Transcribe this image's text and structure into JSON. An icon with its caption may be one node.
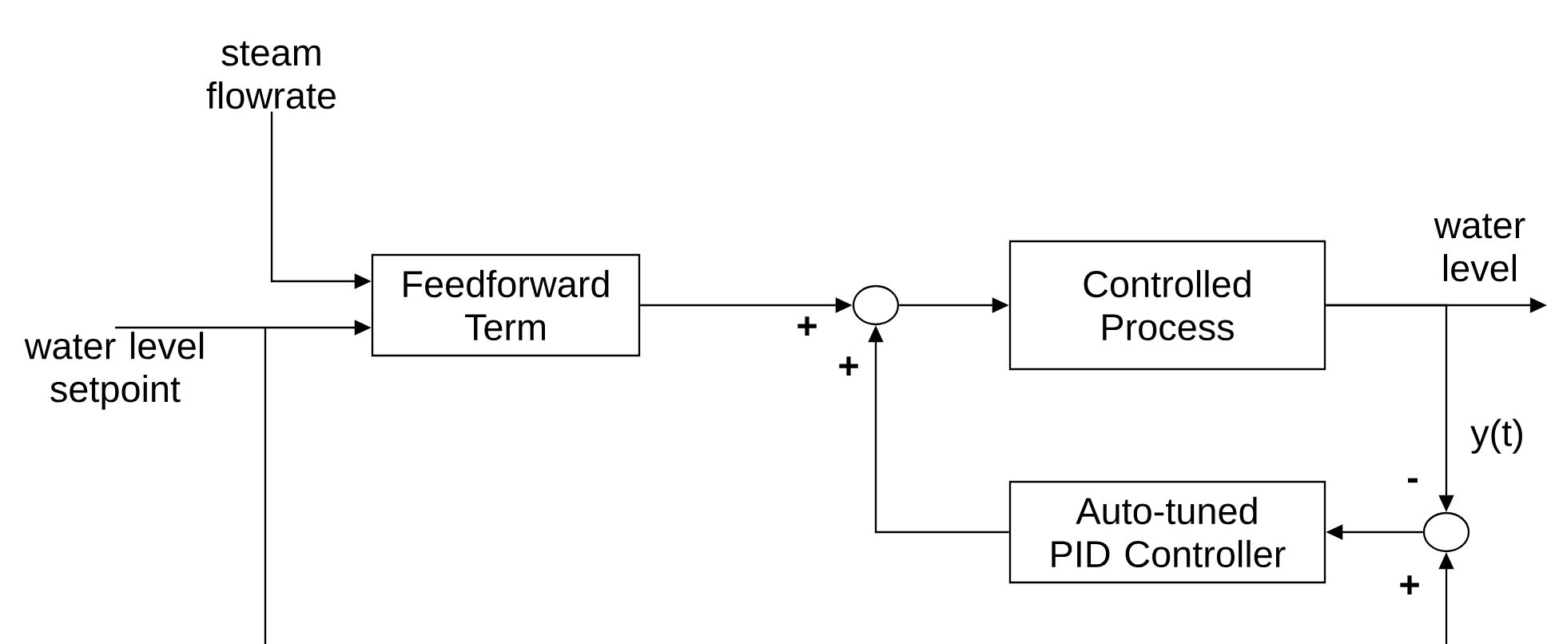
{
  "diagram": {
    "nodes": [
      {
        "text": [
          "steam flowrate"
        ]
      },
      {
        "text": [
          "water level setpoint"
        ]
      },
      {
        "text": [
          "Feedforward Term"
        ]
      },
      {
        "text": [],
        "shape": "circle"
      },
      {
        "text": [
          "Controlled Process"
        ]
      },
      {
        "text": [
          "Auto-tuned PID Controller"
        ]
      },
      {
        "text": [],
        "shape": "circle"
      }
    ],
    "edges": [
      {
        "from": 0,
        "to": 2,
        "arrow": "to"
      },
      {
        "from": 1,
        "to": 2,
        "arrow": "to"
      },
      {
        "from": 1,
        "to": null,
        "arrow": "none"
      },
      {
        "from": 2,
        "to": 3,
        "arrow": "to"
      },
      {
        "from": 3,
        "to": 4,
        "arrow": "to"
      },
      {
        "from": 4,
        "to": null,
        "arrow": "to",
        "label": "water level"
      },
      {
        "from": 4,
        "to": 6,
        "arrow": "to",
        "label": "y(t)"
      },
      {
        "from": 6,
        "to": 5,
        "arrow": "to"
      },
      {
        "from": 5,
        "to": 3,
        "arrow": "to"
      },
      {
        "from": null,
        "to": 6,
        "arrow": "to"
      }
    ],
    "labels": [
      "+",
      "+",
      "-",
      "+"
    ]
  }
}
